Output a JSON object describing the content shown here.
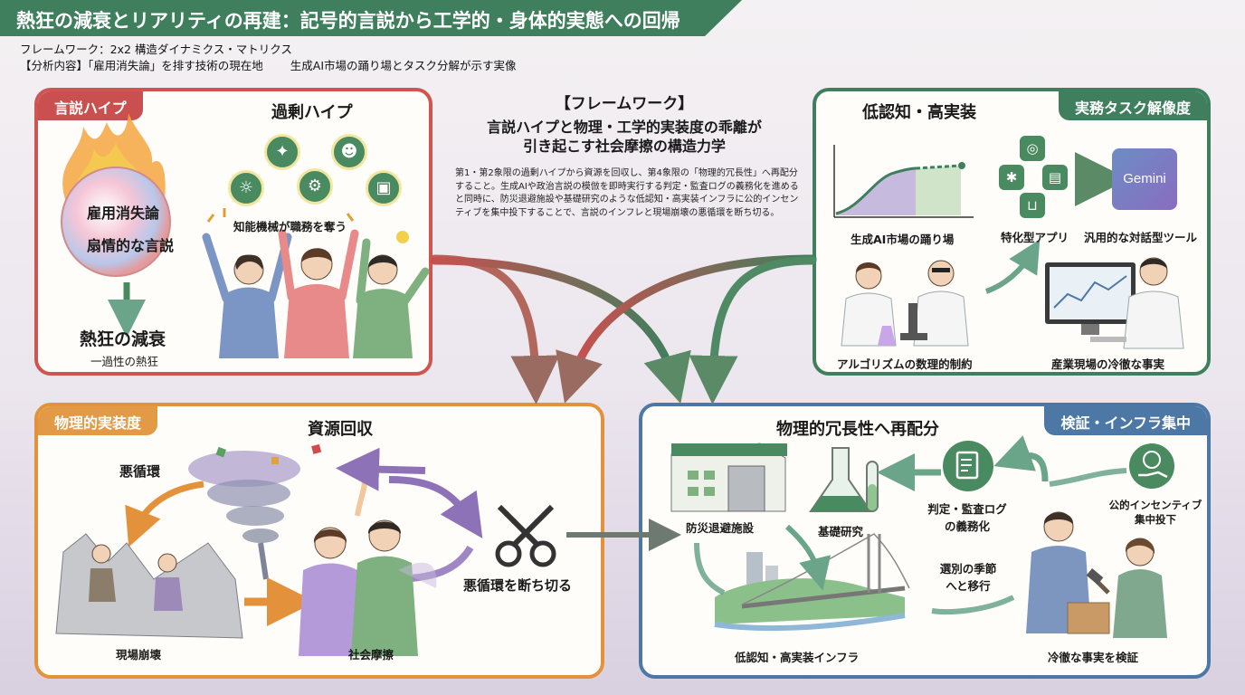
{
  "header": {
    "title": "熱狂の減衰とリアリティの再建：記号的言説から工学的・身体的実態への回帰",
    "framework_line": "フレームワーク：2x2 構造ダイナミクス・マトリクス",
    "analysis_line": "【分析内容】「雇用消失論」を排す技術の現在地",
    "analysis_line2": "生成AI市場の踊り場とタスク分解が示す実像"
  },
  "center": {
    "heading": "【フレームワーク】",
    "title_line1": "言説ハイプと物理・工学的実装度の乖離が",
    "title_line2": "引き起こす社会摩擦の構造力学",
    "description": "第1・第2象限の過剰ハイプから資源を回収し、第4象限の「物理的冗長性」へ再配分すること。生成AIや政治言説の模倣を即時実行する判定・監査ログの義務化を進めると同時に、防災退避施設や基礎研究のような低認知・高実装インフラに公的インセンティブを集中投下することで、言説のインフレと現場崩壊の悪循環を断ち切る。"
  },
  "hype_panel": {
    "tab": "言説ハイプ",
    "title": "過剰ハイプ",
    "bubble_line1": "雇用消失論",
    "bubble_line2": "扇情的な言説",
    "decline_label": "熱狂の減衰",
    "decline_sub": "一過性の熱狂",
    "crowd_caption": "知能機械が職務を奪う",
    "icons": [
      "brain-icon",
      "head-gear-icon",
      "gear-icon",
      "idea-icon",
      "monitor-icon"
    ]
  },
  "task_panel": {
    "tab": "実務タスク解像度",
    "title": "低認知・高実装",
    "chart_caption": "生成AI市場の踊り場",
    "apps_caption": "特化型アプリ",
    "tool_caption": "汎用的な対話型ツール",
    "gemini_label": "Gemini",
    "lab_caption": "アルゴリズムの数理的制約",
    "office_caption": "産業現場の冷徹な事実"
  },
  "phys_panel": {
    "tab": "物理的実装度",
    "title": "資源回収",
    "vicious_label": "悪循環",
    "collapse_label": "現場崩壊",
    "friction_label": "社会摩擦",
    "cut_label": "悪循環を断ち切る"
  },
  "verify_panel": {
    "tab": "検証・インフラ集中",
    "title": "物理的冗長性へ再配分",
    "facility_label": "防災退避施設",
    "research_label": "基礎研究",
    "audit_label1": "判定・監査ログ",
    "audit_label2": "の義務化",
    "incentive_label1": "公的インセンティブ",
    "incentive_label2": "集中投下",
    "season_label1": "選別の季節",
    "season_label2": "へと移行",
    "infra_label": "低認知・高実装インフラ",
    "verify_label": "冷徹な事実を検証"
  },
  "colors": {
    "red": "#c9504f",
    "green": "#3f7f5e",
    "orange": "#e39a47",
    "blue": "#4d78a6",
    "purple": "#8e72b8"
  }
}
